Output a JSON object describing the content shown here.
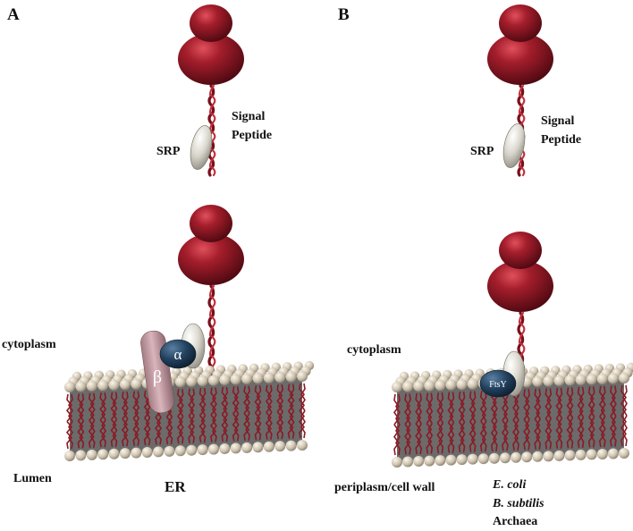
{
  "panels": {
    "a": {
      "letter": "A",
      "srp_label": "SRP",
      "signal_line1": "Signal",
      "signal_line2": "Peptide",
      "cytoplasm_label": "cytoplasm",
      "lumen_label": "Lumen",
      "membrane_label": "ER",
      "alpha_subunit": "α",
      "beta_subunit": "β"
    },
    "b": {
      "letter": "B",
      "srp_label": "SRP",
      "signal_line1": "Signal",
      "signal_line2": "Peptide",
      "cytoplasm_label": "cytoplasm",
      "periplasm_label": "periplasm/cell wall",
      "receptor_label": "FtsY",
      "organisms": [
        "E. coli",
        "B. subtilis",
        "Archaea"
      ]
    }
  },
  "colors": {
    "ribosome": "#8b1520",
    "srp": "#d8d6cc",
    "receptor_alpha": "#1f3a55",
    "receptor_beta": "#c8a0a8",
    "lipid_head": "#d4c9b6",
    "lipid_tail": "#8b1a24",
    "membrane_core": "#6b6b6b"
  }
}
